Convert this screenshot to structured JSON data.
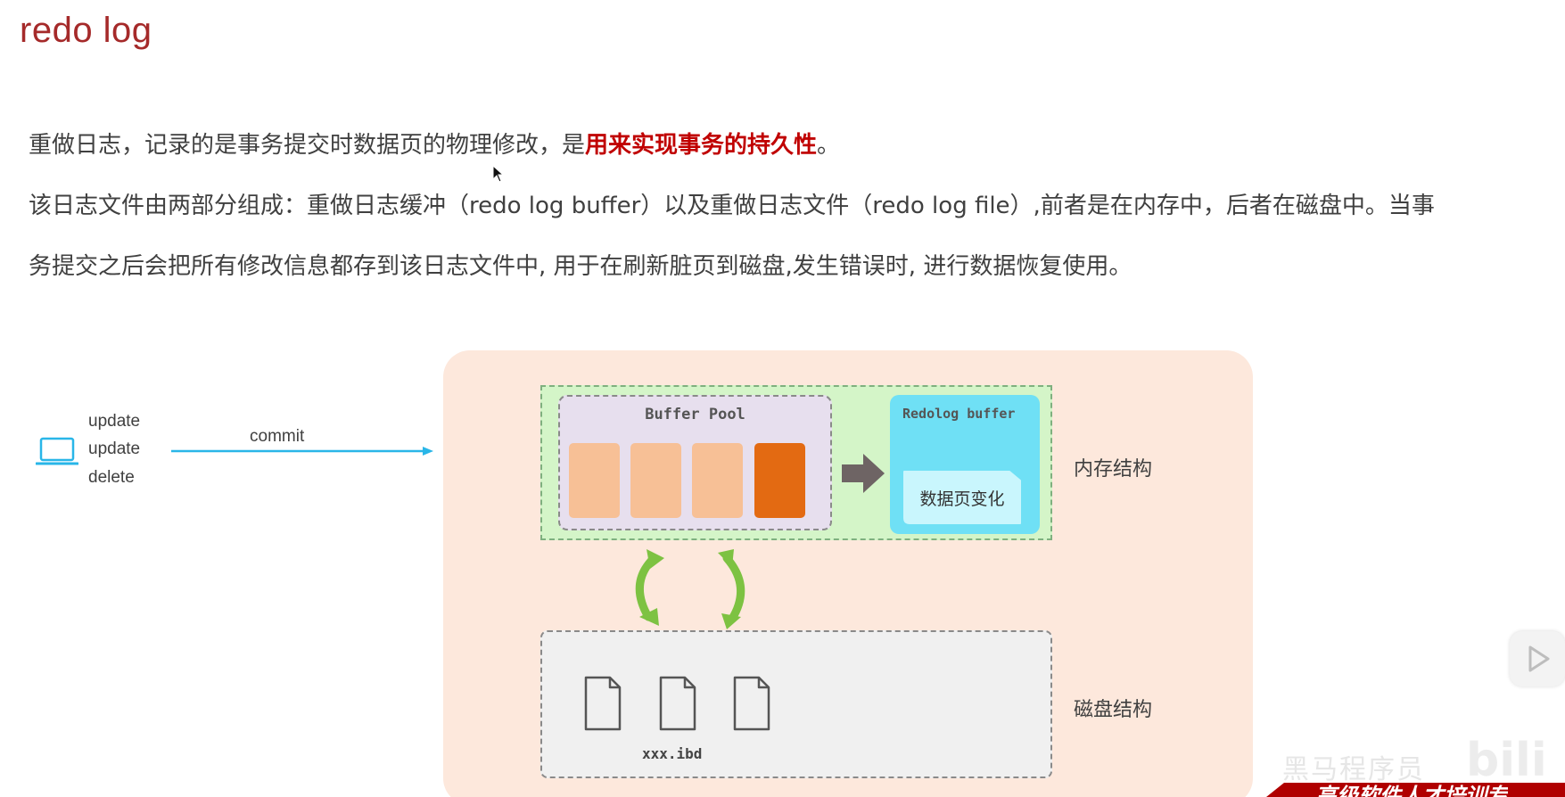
{
  "title": "redo log",
  "paragraphs": {
    "p1_prefix": "重做日志，记录的是事务提交时数据页的物理修改，是",
    "p1_emphasis": "用来实现事务的持久性",
    "p1_suffix": "。",
    "p2": "该日志文件由两部分组成：重做日志缓冲（redo log buffer）以及重做日志文件（redo log file）,前者是在内存中，后者在磁盘中。当事",
    "p3": "务提交之后会把所有修改信息都存到该日志文件中, 用于在刷新脏页到磁盘,发生错误时, 进行数据恢复使用。"
  },
  "client": {
    "operations": [
      "update",
      "update",
      "delete"
    ],
    "arrow_label": "commit"
  },
  "memory": {
    "buffer_pool_title": "Buffer Pool",
    "redolog_buffer_title": "Redolog buffer",
    "redolog_entry": "数据页变化",
    "label": "内存结构"
  },
  "disk": {
    "file_label": "xxx.ibd",
    "label": "磁盘结构"
  },
  "colors": {
    "title": "#a52a2a",
    "emphasis": "#c00000",
    "panel_bg": "#fde8dc",
    "memory_bg": "#d4f5c8",
    "buffer_pool_bg": "#e7dfee",
    "page_clean": "#f7c096",
    "page_dirty": "#e36a12",
    "redolog_bg": "#6fe0f5",
    "commit_arrow": "#29b6e8",
    "cycle_arrows": "#7dc242",
    "disk_bg": "#f0f0f0"
  },
  "icons": {
    "client": "laptop-icon",
    "flush": "right-arrow-icon",
    "sync": "cycle-arrows-icon",
    "files": "file-icon",
    "player": "play-icon"
  },
  "overlay": {
    "watermark": "黑马程序员",
    "banner": "高级软件人才培训专"
  }
}
